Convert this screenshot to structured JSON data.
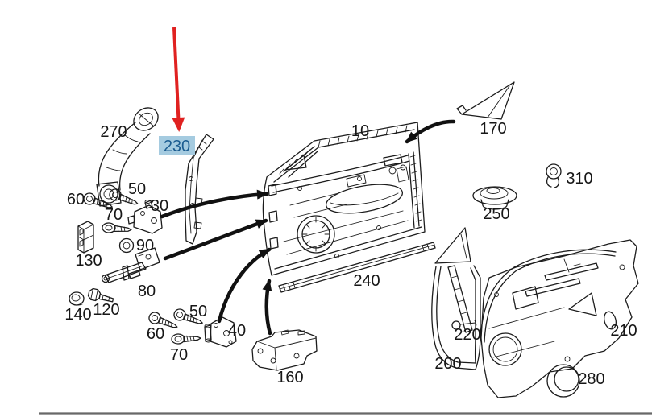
{
  "diagram_title": "vehicle front door exploded parts diagram",
  "colors": {
    "line": "#1c1c1c",
    "arrow": "#111111",
    "red": "#e02120",
    "highlight_bg": "#a5cbe0",
    "highlight_text": "#1b5c90",
    "rule": "#686868"
  },
  "labels": {
    "p270": "270",
    "p230": "230",
    "p10": "10",
    "p170": "170",
    "p310": "310",
    "p250": "250",
    "p60a": "60",
    "p50a": "50",
    "p30": "30",
    "p70a": "70",
    "p130": "130",
    "p90": "90",
    "p80": "80",
    "p140": "140",
    "p120": "120",
    "p60b": "60",
    "p50b": "50",
    "p70b": "70",
    "p40": "40",
    "p160": "160",
    "p240": "240",
    "p200": "200",
    "p220": "220",
    "p210": "210",
    "p280": "280"
  }
}
